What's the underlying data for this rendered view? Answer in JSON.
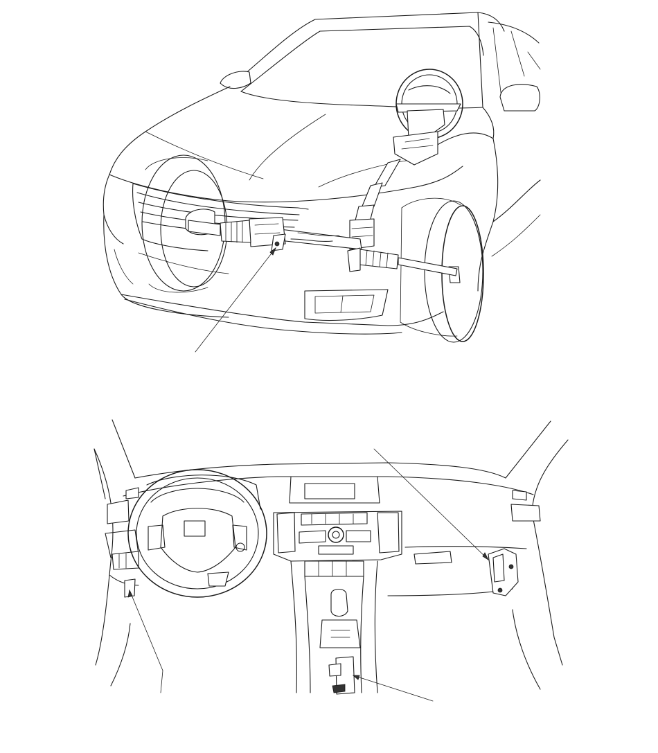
{
  "figure": {
    "views": [
      {
        "id": "top",
        "subject": "vehicle-front-steering-view"
      },
      {
        "id": "bottom",
        "subject": "interior-dashboard-view"
      }
    ],
    "callouts": [
      {
        "id": "callout-steering-gearbox",
        "view": "top"
      },
      {
        "id": "callout-left-kick-panel-unit",
        "view": "bottom"
      },
      {
        "id": "callout-center-console-unit",
        "view": "bottom"
      },
      {
        "id": "callout-right-dash-unit",
        "view": "bottom"
      }
    ],
    "colors": {
      "line": "#1a1a1a",
      "background": "#ffffff"
    }
  }
}
